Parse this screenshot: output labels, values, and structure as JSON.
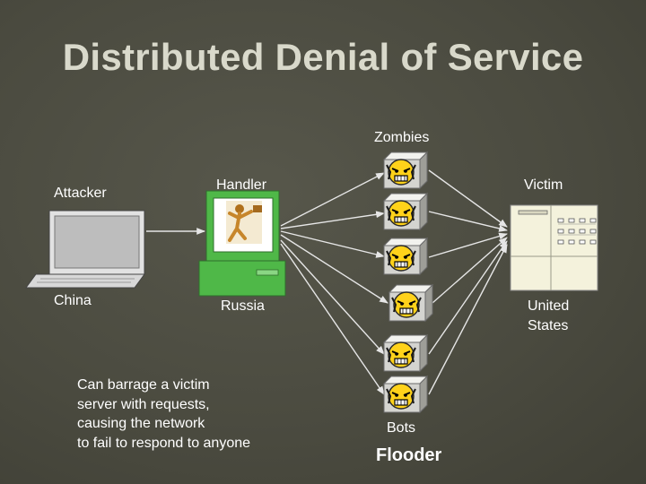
{
  "slide": {
    "title": "Distributed Denial of Service",
    "labels": {
      "attacker": "Attacker",
      "china": "China",
      "handler": "Handler",
      "russia": "Russia",
      "zombies": "Zombies",
      "bots": "Bots",
      "victim": "Victim",
      "united_states_line1": "United",
      "united_states_line2": "States",
      "flooder": "Flooder"
    },
    "description": [
      "Can barrage a victim",
      "server with requests,",
      "causing the network",
      "to fail to respond to anyone"
    ]
  },
  "icons": {
    "attacker": "laptop-icon",
    "handler": "desktop-computer-icon",
    "zombie": "zombie-cube-icon",
    "victim": "server-icon"
  },
  "colors": {
    "background": "#4d4d42",
    "title": "#d9d9cb",
    "handler_green": "#4fb848",
    "zombie_face": "#ffd21a",
    "arrows": "#e0e0e0"
  }
}
